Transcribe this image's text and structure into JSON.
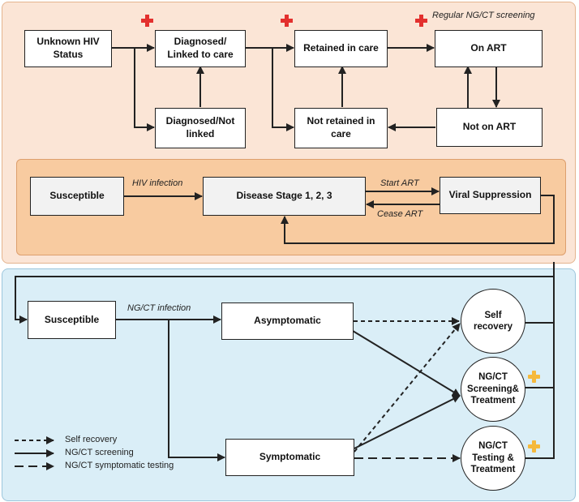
{
  "hiv_cascade": {
    "unknown_status": "Unknown HIV\nStatus",
    "diagnosed_linked": "Diagnosed/\nLinked to care",
    "diagnosed_not_linked": "Diagnosed/Not\nlinked",
    "retained": "Retained in care",
    "not_retained": "Not retained in\ncare",
    "on_art": "On ART",
    "not_on_art": "Not on ART",
    "screening_note": "Regular NG/CT screening"
  },
  "hiv_stages": {
    "susceptible": "Susceptible",
    "disease_stage": "Disease Stage 1, 2, 3",
    "viral_suppression": "Viral Suppression",
    "hiv_infection_label": "HIV infection",
    "start_art_label": "Start ART",
    "cease_art_label": "Cease ART"
  },
  "ngct": {
    "susceptible": "Susceptible",
    "asymptomatic": "Asymptomatic",
    "symptomatic": "Symptomatic",
    "infection_label": "NG/CT infection",
    "self_recovery": "Self\nrecovery",
    "screening_treatment": "NG/CT\nScreening&\nTreatment",
    "testing_treatment": "NG/CT\nTesting &\nTreatment"
  },
  "legend": {
    "self_recovery": "Self recovery",
    "screening": "NG/CT screening",
    "symptomatic_testing": "NG/CT symptomatic testing"
  },
  "colors": {
    "hiv_panel": "#fbe5d6",
    "stage_panel": "#f8cba0",
    "ngct_panel": "#daeef7",
    "red_cross": "#e3302e",
    "yellow_cross": "#f5b93c"
  }
}
